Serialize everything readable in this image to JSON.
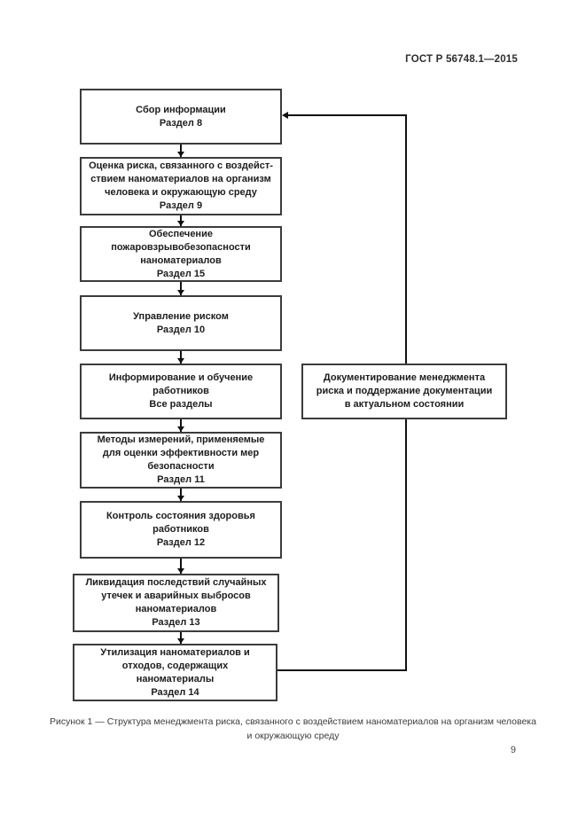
{
  "page": {
    "header": "ГОСТ Р 56748.1—2015",
    "page_number": "9",
    "caption": "Рисунок 1 — Структура менеджмента риска, связанного с воздействием наноматериалов на организм человека\nи окружающую среду"
  },
  "flowchart": {
    "boxes": [
      "Сбор информации\nРаздел 8",
      "Оценка риска, связанного с воздейст-\nствием наноматериалов на организм\nчеловека и окружающую среду\nРаздел 9",
      "Обеспечение\nпожаровзрывобезопасности\nнаноматериалов\nРаздел 15",
      "Управление риском\nРаздел 10",
      "Информирование и обучение\nработников\nВсе разделы",
      "Методы измерений, применяемые\nдля оценки эффективности мер\nбезопасности\nРаздел 11",
      "Контроль состояния здоровья\nработников\nРаздел 12",
      "Ликвидация последствий случайных\nутечек и аварийных выбросов\nнаноматериалов\nРаздел 13",
      "Утилизация наноматериалов и\nотходов, содержащих\nнаноматериалы\nРаздел 14"
    ],
    "side_box": "Документирование менеджмента\nриска и поддержание документации\nв актуальном состоянии",
    "colors": {
      "box_border": "#3c3c3c",
      "line": "#111111",
      "text": "#1d1d1d",
      "background": "#ffffff"
    }
  }
}
